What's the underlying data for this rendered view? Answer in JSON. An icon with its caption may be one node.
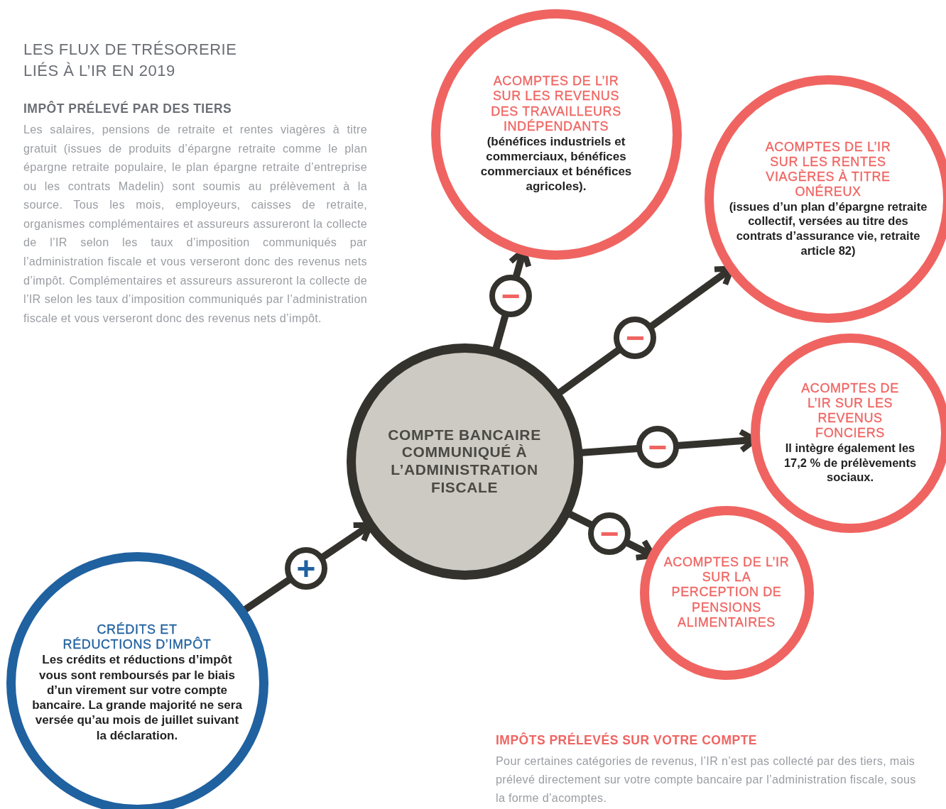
{
  "diagram": {
    "title": "LES FLUX DE TRÉSORERIE LIÉS À L’IR EN 2019",
    "nodes": [
      {
        "text": [
          "COMPTE BANCAIRE COMMUNIQUÉ À L’ADMINISTRATION FISCALE"
        ]
      },
      {
        "text": [
          "ACOMPTES DE L’IR SUR LES REVENUS DES TRAVAILLEURS INDÉPENDANTS",
          "(bénéfices industriels et commerciaux, bénéfices commerciaux et bénéfices agricoles)."
        ]
      },
      {
        "text": [
          "ACOMPTES DE L’IR SUR LES RENTES VIAGÈRES À TITRE ONÉREUX",
          "(issues d’un plan d’épargne retraite collectif, versées au titre des contrats d’assurance vie, retraite article 82)"
        ]
      },
      {
        "text": [
          "ACOMPTES DE L’IR SUR LES REVENUS FONCIERS",
          "Il intègre également les 17,2 % de prélèvements sociaux."
        ]
      },
      {
        "text": [
          "ACOMPTES DE L’IR SUR LA PERCEPTION DE PENSIONS ALIMENTAIRES"
        ]
      },
      {
        "text": [
          "CRÉDITS ET RÉDUCTIONS D’IMPÔT",
          "Les crédits et réductions d’impôt vous sont remboursés par le biais d’un virement sur votre compte bancaire. La grande majorité ne sera versée qu’au mois de juillet suivant la déclaration."
        ]
      }
    ],
    "edges": [
      {
        "from": 0,
        "to": 1,
        "arrow": "to",
        "label": "−"
      },
      {
        "from": 0,
        "to": 2,
        "arrow": "to",
        "label": "−"
      },
      {
        "from": 0,
        "to": 3,
        "arrow": "to",
        "label": "−"
      },
      {
        "from": 0,
        "to": 4,
        "arrow": "to",
        "label": "−"
      },
      {
        "from": 5,
        "to": 0,
        "arrow": "to",
        "label": "+"
      }
    ],
    "labels": [
      "IMPÔT PRÉLEVÉ PAR DES TIERS",
      "Les salaires, pensions de retraite et rentes viagères à titre gratuit (issues de produits d’épargne retraite comme le plan épargne retraite populaire, le plan épargne retraite d’entreprise ou les contrats Madelin) sont soumis au prélèvement à la source. Tous les mois, employeurs, caisses de retraite, organismes complémentaires et assureurs assureront la collecte de l’IR selon les taux d’imposition communiqués par l’administration fiscale et vous verseront donc des revenus nets d’impôt. Complémentaires et assureurs assureront la collecte de l’IR selon les taux d’imposition communiqués par l’administration fiscale et vous verseront donc des revenus nets d’impôt.",
      "IMPÔTS PRÉLEVÉS SUR VOTRE COMPTE",
      "Pour certaines catégories de revenus, l’IR n’est pas collecté par des tiers, mais prélevé directement sur votre compte bancaire par l’administration fiscale, sous la forme d’acomptes."
    ]
  }
}
